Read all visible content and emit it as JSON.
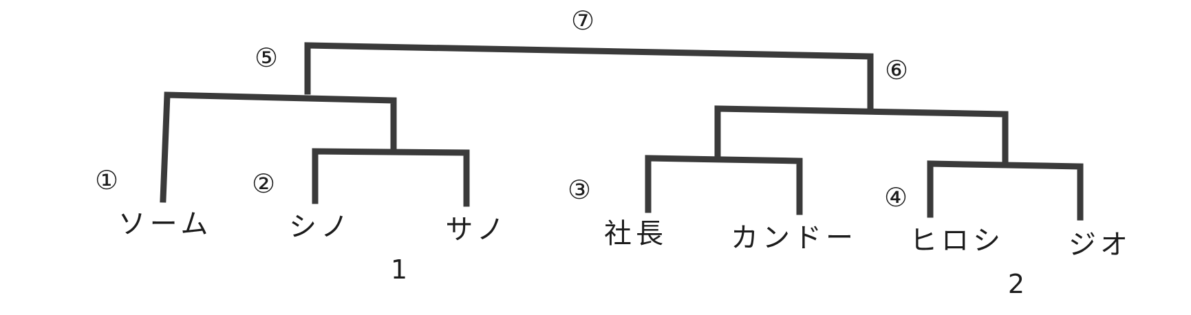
{
  "players": [
    "ソーム",
    "シノ",
    "サノ",
    "社長",
    "カンドー",
    "ヒロシ",
    "ジオ"
  ],
  "matches": [
    "①",
    "②",
    "③",
    "④",
    "⑤",
    "⑥",
    "⑦"
  ],
  "groups": [
    "1",
    "2"
  ],
  "colors": {
    "line": "#3a3a3a",
    "text": "#1c1c1c",
    "background": "#ffffff"
  }
}
